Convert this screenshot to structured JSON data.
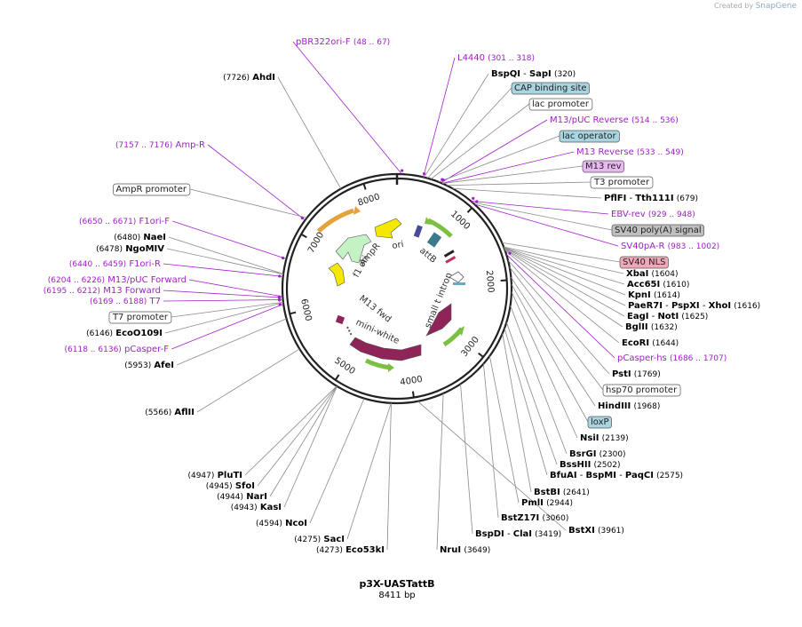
{
  "credit": {
    "prefix": "Created by",
    "brand": "SnapGene"
  },
  "plasmid": {
    "name": "p3X-UASTattB",
    "length": "8411 bp",
    "total_bp": 8411
  },
  "colors": {
    "feature_label": "#a020c8",
    "site_label": "#000000",
    "promoter_fill": "#ffffff",
    "reg_fill": "#a9d5e0",
    "polyA_fill": "#bfbfbf",
    "nls_fill": "#f0a8b8",
    "rev_fill": "#e8b8f0"
  },
  "ticks": [
    {
      "bp": 1000,
      "label": "1000"
    },
    {
      "bp": 2000,
      "label": "2000"
    },
    {
      "bp": 3000,
      "label": "3000"
    },
    {
      "bp": 4000,
      "label": "4000"
    },
    {
      "bp": 5000,
      "label": "5000"
    },
    {
      "bp": 6000,
      "label": "6000"
    },
    {
      "bp": 7000,
      "label": "7000"
    },
    {
      "bp": 8000,
      "label": "8000"
    }
  ],
  "labels_right": [
    {
      "name": "pBR322ori-F",
      "range": "(48 .. 67)",
      "kind": "primer",
      "bp": 57
    },
    {
      "name": "L4440",
      "range": "(301 .. 318)",
      "kind": "primer",
      "bp": 310
    },
    {
      "name": "BspQI",
      "pos": "(320)",
      "kind": "site",
      "bp": 320,
      "extra": "SapI"
    },
    {
      "name": "CAP binding site",
      "kind": "reg",
      "bp": 360
    },
    {
      "name": "lac promoter",
      "kind": "promoter",
      "bp": 400
    },
    {
      "name": "M13/pUC Reverse",
      "range": "(514 .. 536)",
      "kind": "primer",
      "bp": 525
    },
    {
      "name": "lac operator",
      "kind": "reg",
      "bp": 500
    },
    {
      "name": "M13 Reverse",
      "range": "(533 .. 549)",
      "kind": "primer",
      "bp": 541
    },
    {
      "name": "M13 rev",
      "kind": "rev",
      "bp": 545
    },
    {
      "name": "T3 promoter",
      "kind": "promoter",
      "bp": 600
    },
    {
      "name": "PflFI",
      "pos": "(679)",
      "kind": "site",
      "bp": 679,
      "extra": "Tth111I"
    },
    {
      "name": "EBV-rev",
      "range": "(929 .. 948)",
      "kind": "primer",
      "bp": 938
    },
    {
      "name": "SV40 poly(A) signal",
      "kind": "polyA",
      "bp": 960
    },
    {
      "name": "SV40pA-R",
      "range": "(983 .. 1002)",
      "kind": "primer",
      "bp": 992
    },
    {
      "name": "SV40 NLS",
      "kind": "nls",
      "bp": 1550
    },
    {
      "name": "XbaI",
      "pos": "(1604)",
      "kind": "site",
      "bp": 1604
    },
    {
      "name": "Acc65I",
      "pos": "(1610)",
      "kind": "site",
      "bp": 1610
    },
    {
      "name": "KpnI",
      "pos": "(1614)",
      "kind": "site",
      "bp": 1614
    },
    {
      "name": "PaeR7I",
      "pos": "(1616)",
      "kind": "site",
      "bp": 1616,
      "extra": "PspXI",
      "extra2": "XhoI"
    },
    {
      "name": "EagI",
      "pos": "(1625)",
      "kind": "site",
      "bp": 1625,
      "extra": "NotI"
    },
    {
      "name": "BglII",
      "pos": "(1632)",
      "kind": "site",
      "bp": 1632
    },
    {
      "name": "EcoRI",
      "pos": "(1644)",
      "kind": "site",
      "bp": 1644
    },
    {
      "name": "pCasper-hs",
      "range": "(1686 .. 1707)",
      "kind": "primer",
      "bp": 1696
    },
    {
      "name": "PstI",
      "pos": "(1769)",
      "kind": "site",
      "bp": 1769
    },
    {
      "name": "hsp70 promoter",
      "kind": "promoter",
      "bp": 1850
    },
    {
      "name": "HindIII",
      "pos": "(1968)",
      "kind": "site",
      "bp": 1968
    },
    {
      "name": "loxP",
      "kind": "reg",
      "bp": 2050
    },
    {
      "name": "NsiI",
      "pos": "(2139)",
      "kind": "site",
      "bp": 2139
    },
    {
      "name": "BsrGI",
      "pos": "(2300)",
      "kind": "site",
      "bp": 2300
    },
    {
      "name": "BssHII",
      "pos": "(2502)",
      "kind": "site",
      "bp": 2502
    },
    {
      "name": "BfuAI",
      "pos": "(2575)",
      "kind": "site",
      "bp": 2575,
      "extra": "BspMI",
      "extra2": "PaqCI"
    },
    {
      "name": "BstBI",
      "pos": "(2641)",
      "kind": "site",
      "bp": 2641
    },
    {
      "name": "PmlI",
      "pos": "(2944)",
      "kind": "site",
      "bp": 2944
    },
    {
      "name": "BstZ17I",
      "pos": "(3060)",
      "kind": "site",
      "bp": 3060
    },
    {
      "name": "BspDI",
      "pos": "(3419)",
      "kind": "site",
      "bp": 3419,
      "extra": "ClaI"
    },
    {
      "name": "NruI",
      "pos": "(3649)",
      "kind": "site",
      "bp": 3649
    },
    {
      "name": "BstXI",
      "pos": "(3961)",
      "kind": "site",
      "bp": 3961
    }
  ],
  "labels_left": [
    {
      "name": "AhdI",
      "pos": "(7726)",
      "kind": "site",
      "bp": 7726
    },
    {
      "name": "Amp-R",
      "range": "(7157 .. 7176)",
      "kind": "primer",
      "bp": 7166
    },
    {
      "name": "AmpR promoter",
      "kind": "promoter",
      "bp": 7200
    },
    {
      "name": "F1ori-F",
      "range": "(6650 .. 6671)",
      "kind": "primer",
      "bp": 6660
    },
    {
      "name": "NaeI",
      "pos": "(6480)",
      "kind": "site",
      "bp": 6480
    },
    {
      "name": "NgoMIV",
      "pos": "(6478)",
      "kind": "site",
      "bp": 6478
    },
    {
      "name": "F1ori-R",
      "range": "(6440 .. 6459)",
      "kind": "primer",
      "bp": 6450
    },
    {
      "name": "M13/pUC Forward",
      "range": "(6204 .. 6226)",
      "kind": "primer",
      "bp": 6215
    },
    {
      "name": "M13 Forward",
      "range": "(6195 .. 6212)",
      "kind": "primer",
      "bp": 6203
    },
    {
      "name": "T7",
      "range": "(6169 .. 6188)",
      "kind": "primer",
      "bp": 6178
    },
    {
      "name": "T7 promoter",
      "kind": "promoter",
      "bp": 6150
    },
    {
      "name": "EcoO109I",
      "pos": "(6146)",
      "kind": "site",
      "bp": 6146
    },
    {
      "name": "pCasper-F",
      "range": "(6118 .. 6136)",
      "kind": "primer",
      "bp": 6127
    },
    {
      "name": "AfeI",
      "pos": "(5953)",
      "kind": "site",
      "bp": 5953
    },
    {
      "name": "AflII",
      "pos": "(5566)",
      "kind": "site",
      "bp": 5566
    },
    {
      "name": "PluTI",
      "pos": "(4947)",
      "kind": "site",
      "bp": 4947
    },
    {
      "name": "SfoI",
      "pos": "(4945)",
      "kind": "site",
      "bp": 4945
    },
    {
      "name": "NarI",
      "pos": "(4944)",
      "kind": "site",
      "bp": 4944
    },
    {
      "name": "KasI",
      "pos": "(4943)",
      "kind": "site",
      "bp": 4943
    },
    {
      "name": "NcoI",
      "pos": "(4594)",
      "kind": "site",
      "bp": 4594
    },
    {
      "name": "SacI",
      "pos": "(4275)",
      "kind": "site",
      "bp": 4275
    },
    {
      "name": "Eco53kI",
      "pos": "(4273)",
      "kind": "site",
      "bp": 4273
    }
  ],
  "inner_features": [
    {
      "name": "ori",
      "color": "#f5e800",
      "label": "ori"
    },
    {
      "name": "attB",
      "color": "#7f7f7f",
      "label": "attB"
    },
    {
      "name": "small t intron",
      "color": "#d0d0d0",
      "label": "small t intron"
    },
    {
      "name": "mini-white",
      "color": "#8e2458",
      "label": "mini-white"
    },
    {
      "name": "M13 fwd",
      "color": "#b6b6b6",
      "label": "M13 fwd"
    },
    {
      "name": "f1 ori",
      "color": "#c5f2c5",
      "label": "f1 ori"
    },
    {
      "name": "AmpR",
      "color": "#f5e800",
      "label": "AmpR"
    }
  ]
}
